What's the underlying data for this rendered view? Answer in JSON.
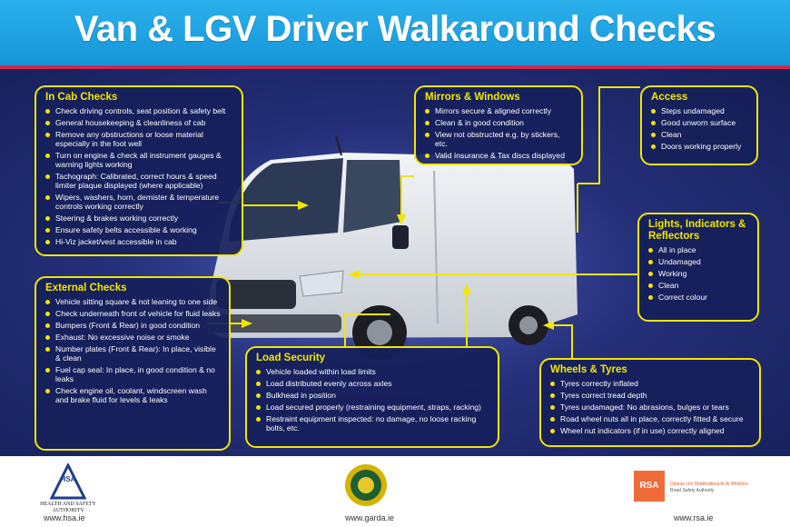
{
  "title": "Van & LGV Driver Walkaround Checks",
  "colors": {
    "header_blue": "#1fa3e2",
    "accent_yellow": "#f2e600",
    "panel_navy": "#1a2466",
    "red_rule": "#d2274a",
    "rsa_orange": "#ef6b3a"
  },
  "sections": {
    "in_cab": {
      "heading": "In Cab Checks",
      "items": [
        "Check driving controls, seat position & safety belt",
        "General housekeeping & cleanliness of cab",
        "Remove any obstructions  or loose material especially in the foot well",
        "Turn on engine & check all instrument gauges & warning lights working",
        "Tachograph: Calibrated, correct hours & speed limiter plaque displayed (where applicable)",
        "Wipers, washers, horn, demister & temperature controls working correctly",
        "Steering & brakes working correctly",
        "Ensure safety belts accessible & working",
        "Hi-Viz jacket/vest accessible in cab"
      ]
    },
    "mirrors": {
      "heading": "Mirrors & Windows",
      "items": [
        "Mirrors secure & aligned correctly",
        "Clean & in good condition",
        "View not obstructed e.g. by stickers, etc.",
        "Valid Insurance & Tax discs displayed"
      ]
    },
    "access": {
      "heading": "Access",
      "items": [
        "Steps undamaged",
        "Good unworn surface",
        "Clean",
        "Doors working properly"
      ]
    },
    "lights": {
      "heading": "Lights, Indicators & Reflectors",
      "items": [
        "All in place",
        "Undamaged",
        "Working",
        "Clean",
        "Correct colour"
      ]
    },
    "external": {
      "heading": "External Checks",
      "items": [
        "Vehicle sitting square & not leaning to one side",
        "Check underneath front of vehicle for fluid leaks",
        "Bumpers (Front & Rear) in good condition",
        "Exhaust: No excessive noise or smoke",
        "Number plates (Front & Rear): In place, visible & clean",
        "Fuel cap seal: In place, in good condition & no leaks",
        "Check engine oil, coolant, windscreen wash and brake fluid for levels & leaks"
      ]
    },
    "load": {
      "heading": "Load Security",
      "items": [
        "Vehicle loaded within load limits",
        "Load distributed evenly across axles",
        "Bulkhead in position",
        "Load secured properly (restraining equipment, straps, racking)",
        "Restraint equipment inspected: no damage, no loose racking bolts, etc."
      ]
    },
    "wheels": {
      "heading": "Wheels & Tyres",
      "items": [
        "Tyres correctly inflated",
        "Tyres correct tread depth",
        "Tyres undamaged: No abrasions, bulges or tears",
        "Road wheel nuts all in place, correctly fitted & secure",
        "Wheel nut indicators (if in use) correctly aligned"
      ]
    }
  },
  "footer": {
    "hsa": {
      "logo_letters": "HSA",
      "label": "HEALTH AND SAFETY AUTHORITY",
      "url": "www.hsa.ie"
    },
    "garda": {
      "url": "www.garda.ie"
    },
    "rsa": {
      "logo_text": "RSA",
      "irish": "Údarás Um Shábháilteacht Ar Bhóithre",
      "english": "Road Safety Authority",
      "url": "www.rsa.ie"
    }
  }
}
